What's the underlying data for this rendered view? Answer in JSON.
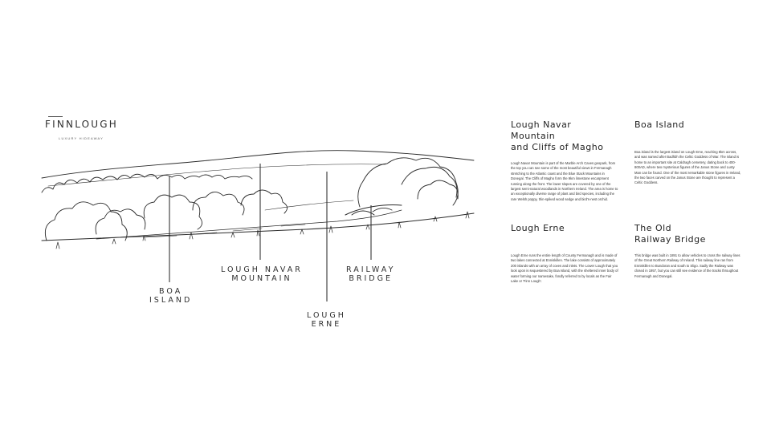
{
  "brand": {
    "name": "FINNLOUGH",
    "tagline": "LUXURY HIDEAWAY"
  },
  "callouts": [
    {
      "id": "boa-island",
      "lines": [
        "BOA",
        "ISLAND"
      ]
    },
    {
      "id": "lough-navar-mountain",
      "lines": [
        "LOUGH NAVAR",
        "MOUNTAIN"
      ]
    },
    {
      "id": "railway-bridge",
      "lines": [
        "RAILWAY",
        "BRIDGE"
      ]
    },
    {
      "id": "lough-erne",
      "lines": [
        "LOUGH",
        "ERNE"
      ]
    }
  ],
  "info_blocks": [
    {
      "title": "Lough Navar Mountain\nand Cliffs of Magho",
      "body": "Lough Navar Mountain is part of the Marble Arch Caves geopark, from the top you can see some of the most beautiful views in Fermanagh stretching to the Atlantic coast and the Blue Stack Mountains in Donegal. The Cliffs of Magho form the 9km limestone escarpment running along the front. The lower slopes are covered by one of the largest semi-natural woodlands in Northern Ireland. The area is home to an exceptionally diverse range of plant and bird species, including the rare Welsh poppy, thin-spiked wood sedge and bird's-nest orchid."
    },
    {
      "title": "Boa Island",
      "body": "Boa island is the largest island on Lough Erne, reaching 8km across, and was named after Badhbh the Celtic Goddess of War. The island is home to an important site at Caldragh cemetery, dating back to 400-800AD, where two mysterious figures of the Janus Stone and Lusty Man can be found. One of the most remarkable stone figures in Ireland, the two faces carved on the Janus Stone are thought to represent a Celtic Goddess."
    },
    {
      "title": "Lough Erne",
      "body": "Lough Erne runs the entire length of County Fermanagh and is made of two lakes connected at Enniskillen. The lake consists of approximately 200 islands with an array of coves and inlets. The Lower Lough that you look upon is sequestered by Boa Island, with the sheltered inner body of water forming our namesake, fondly referred to by locals as the Fair Lake or 'Finn Lough'."
    },
    {
      "title": "The Old\nRailway Bridge",
      "body": "This bridge was built in 1891 to allow vehicles to cross the railway lines of the Great Northern Railway of Ireland. This railway line ran from Enniskillen to Bundoran and south to Sligo. Sadly the Railway was closed in 1957, but you can still see evidence of the tracks throughout Fermanagh and Donegal."
    }
  ]
}
